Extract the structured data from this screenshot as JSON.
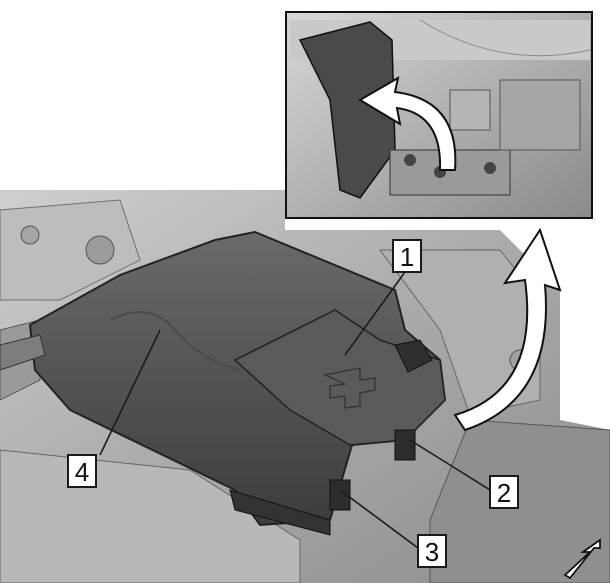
{
  "figure": {
    "callouts": [
      {
        "id": "1",
        "label": "1"
      },
      {
        "id": "2",
        "label": "2"
      },
      {
        "id": "3",
        "label": "3"
      },
      {
        "id": "4",
        "label": "4"
      }
    ],
    "orientation_icon": "vehicle-forward-arrow-icon",
    "inset_icon": "lift-direction-arrow-icon"
  }
}
